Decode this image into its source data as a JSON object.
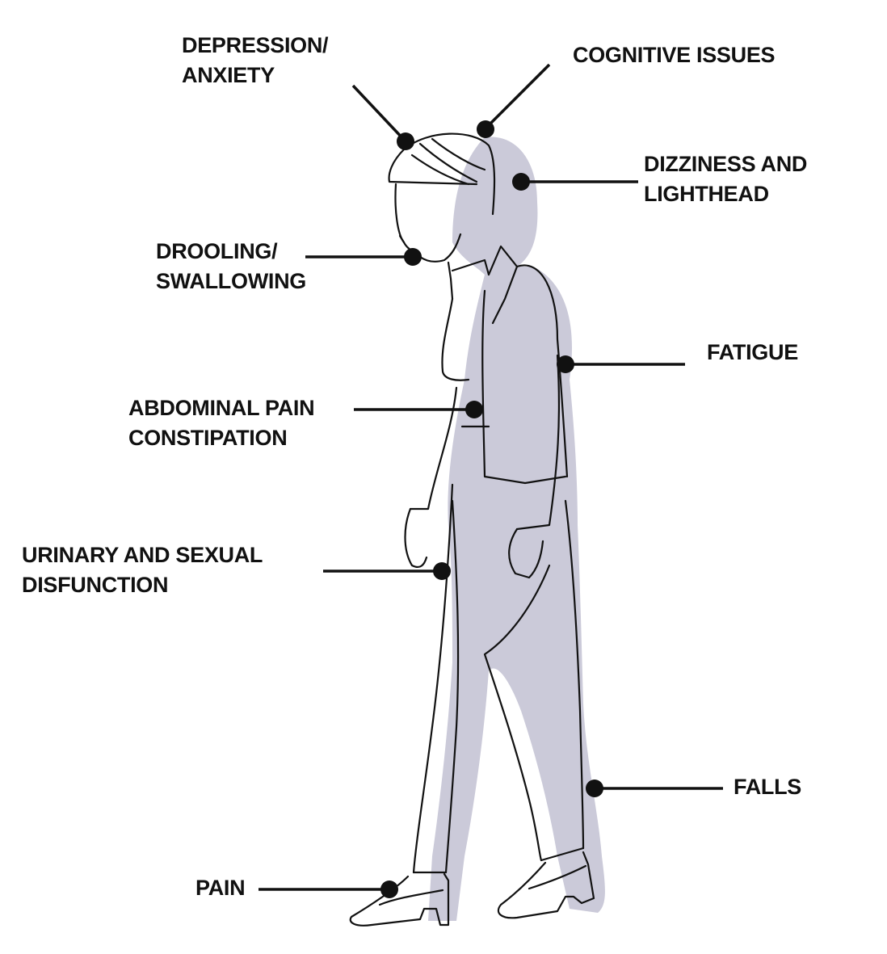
{
  "diagram": {
    "subject": "walking woman figure, side profile",
    "colors": {
      "shadow": "#cbcad9",
      "ink": "#111111",
      "background": "#ffffff"
    },
    "labels": [
      {
        "id": "depression",
        "lines": [
          "DEPRESSION/",
          "ANXIETY"
        ]
      },
      {
        "id": "cognitive",
        "lines": [
          "COGNITIVE ISSUES"
        ]
      },
      {
        "id": "dizziness",
        "lines": [
          "DIZZINESS AND",
          "LIGHTHEAD"
        ]
      },
      {
        "id": "drooling",
        "lines": [
          "DROOLING/",
          "SWALLOWING"
        ]
      },
      {
        "id": "fatigue",
        "lines": [
          "FATIGUE"
        ]
      },
      {
        "id": "abdominal",
        "lines": [
          "ABDOMINAL PAIN",
          "CONSTIPATION"
        ]
      },
      {
        "id": "urinary",
        "lines": [
          "URINARY AND SEXUAL",
          "DISFUNCTION"
        ]
      },
      {
        "id": "falls",
        "lines": [
          "FALLS"
        ]
      },
      {
        "id": "pain",
        "lines": [
          "PAIN"
        ]
      }
    ]
  }
}
